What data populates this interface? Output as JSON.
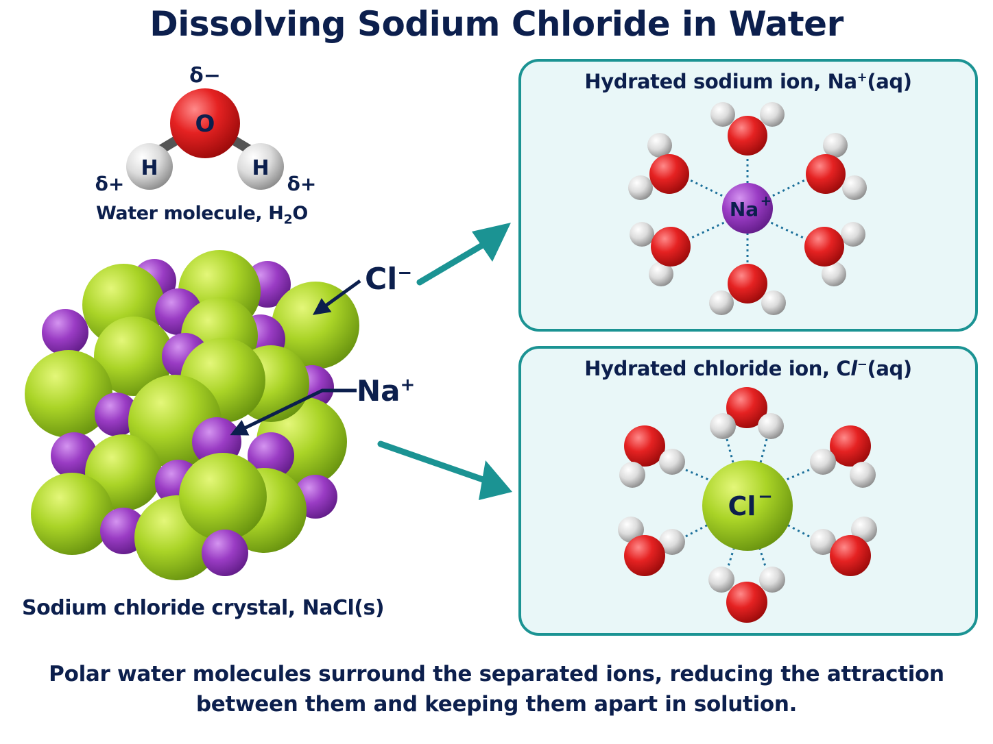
{
  "title": "Dissolving Sodium Chloride in Water",
  "water": {
    "oxygen": "O",
    "hydrogen": "H",
    "delta_minus": "δ−",
    "delta_plus": "δ+",
    "caption_main": "Water molecule, H",
    "caption_sub": "2",
    "caption_end": "O"
  },
  "crystal": {
    "caption": "Sodium chloride crystal, NaCl(s)",
    "cl_label_base": "Cl",
    "cl_label_sup": "−",
    "na_label_base": "Na",
    "na_label_sup": "+"
  },
  "panel_na": {
    "title_a": "Hydrated sodium ion, Na",
    "title_sup": "+",
    "title_b": "(aq)",
    "ion_base": "Na",
    "ion_sup": "+"
  },
  "panel_cl": {
    "title_a": "Hydrated chloride ion, C",
    "title_italic": "l",
    "title_sup": "−",
    "title_b": "(aq)",
    "ion_base": "Cl",
    "ion_sup": "−"
  },
  "footer": {
    "line1": "Polar water molecules surround the separated ions, reducing the attraction",
    "line2": "between them and keeping them apart in solution."
  },
  "colors": {
    "navy": "#0c1f4d",
    "teal": "#1b9393",
    "chloride": "#a8d628",
    "sodium": "#9a3cc4",
    "oxygen": "#e02020",
    "hydrogen": "#e6e6e6",
    "panel_bg": "#e9f7f8"
  }
}
